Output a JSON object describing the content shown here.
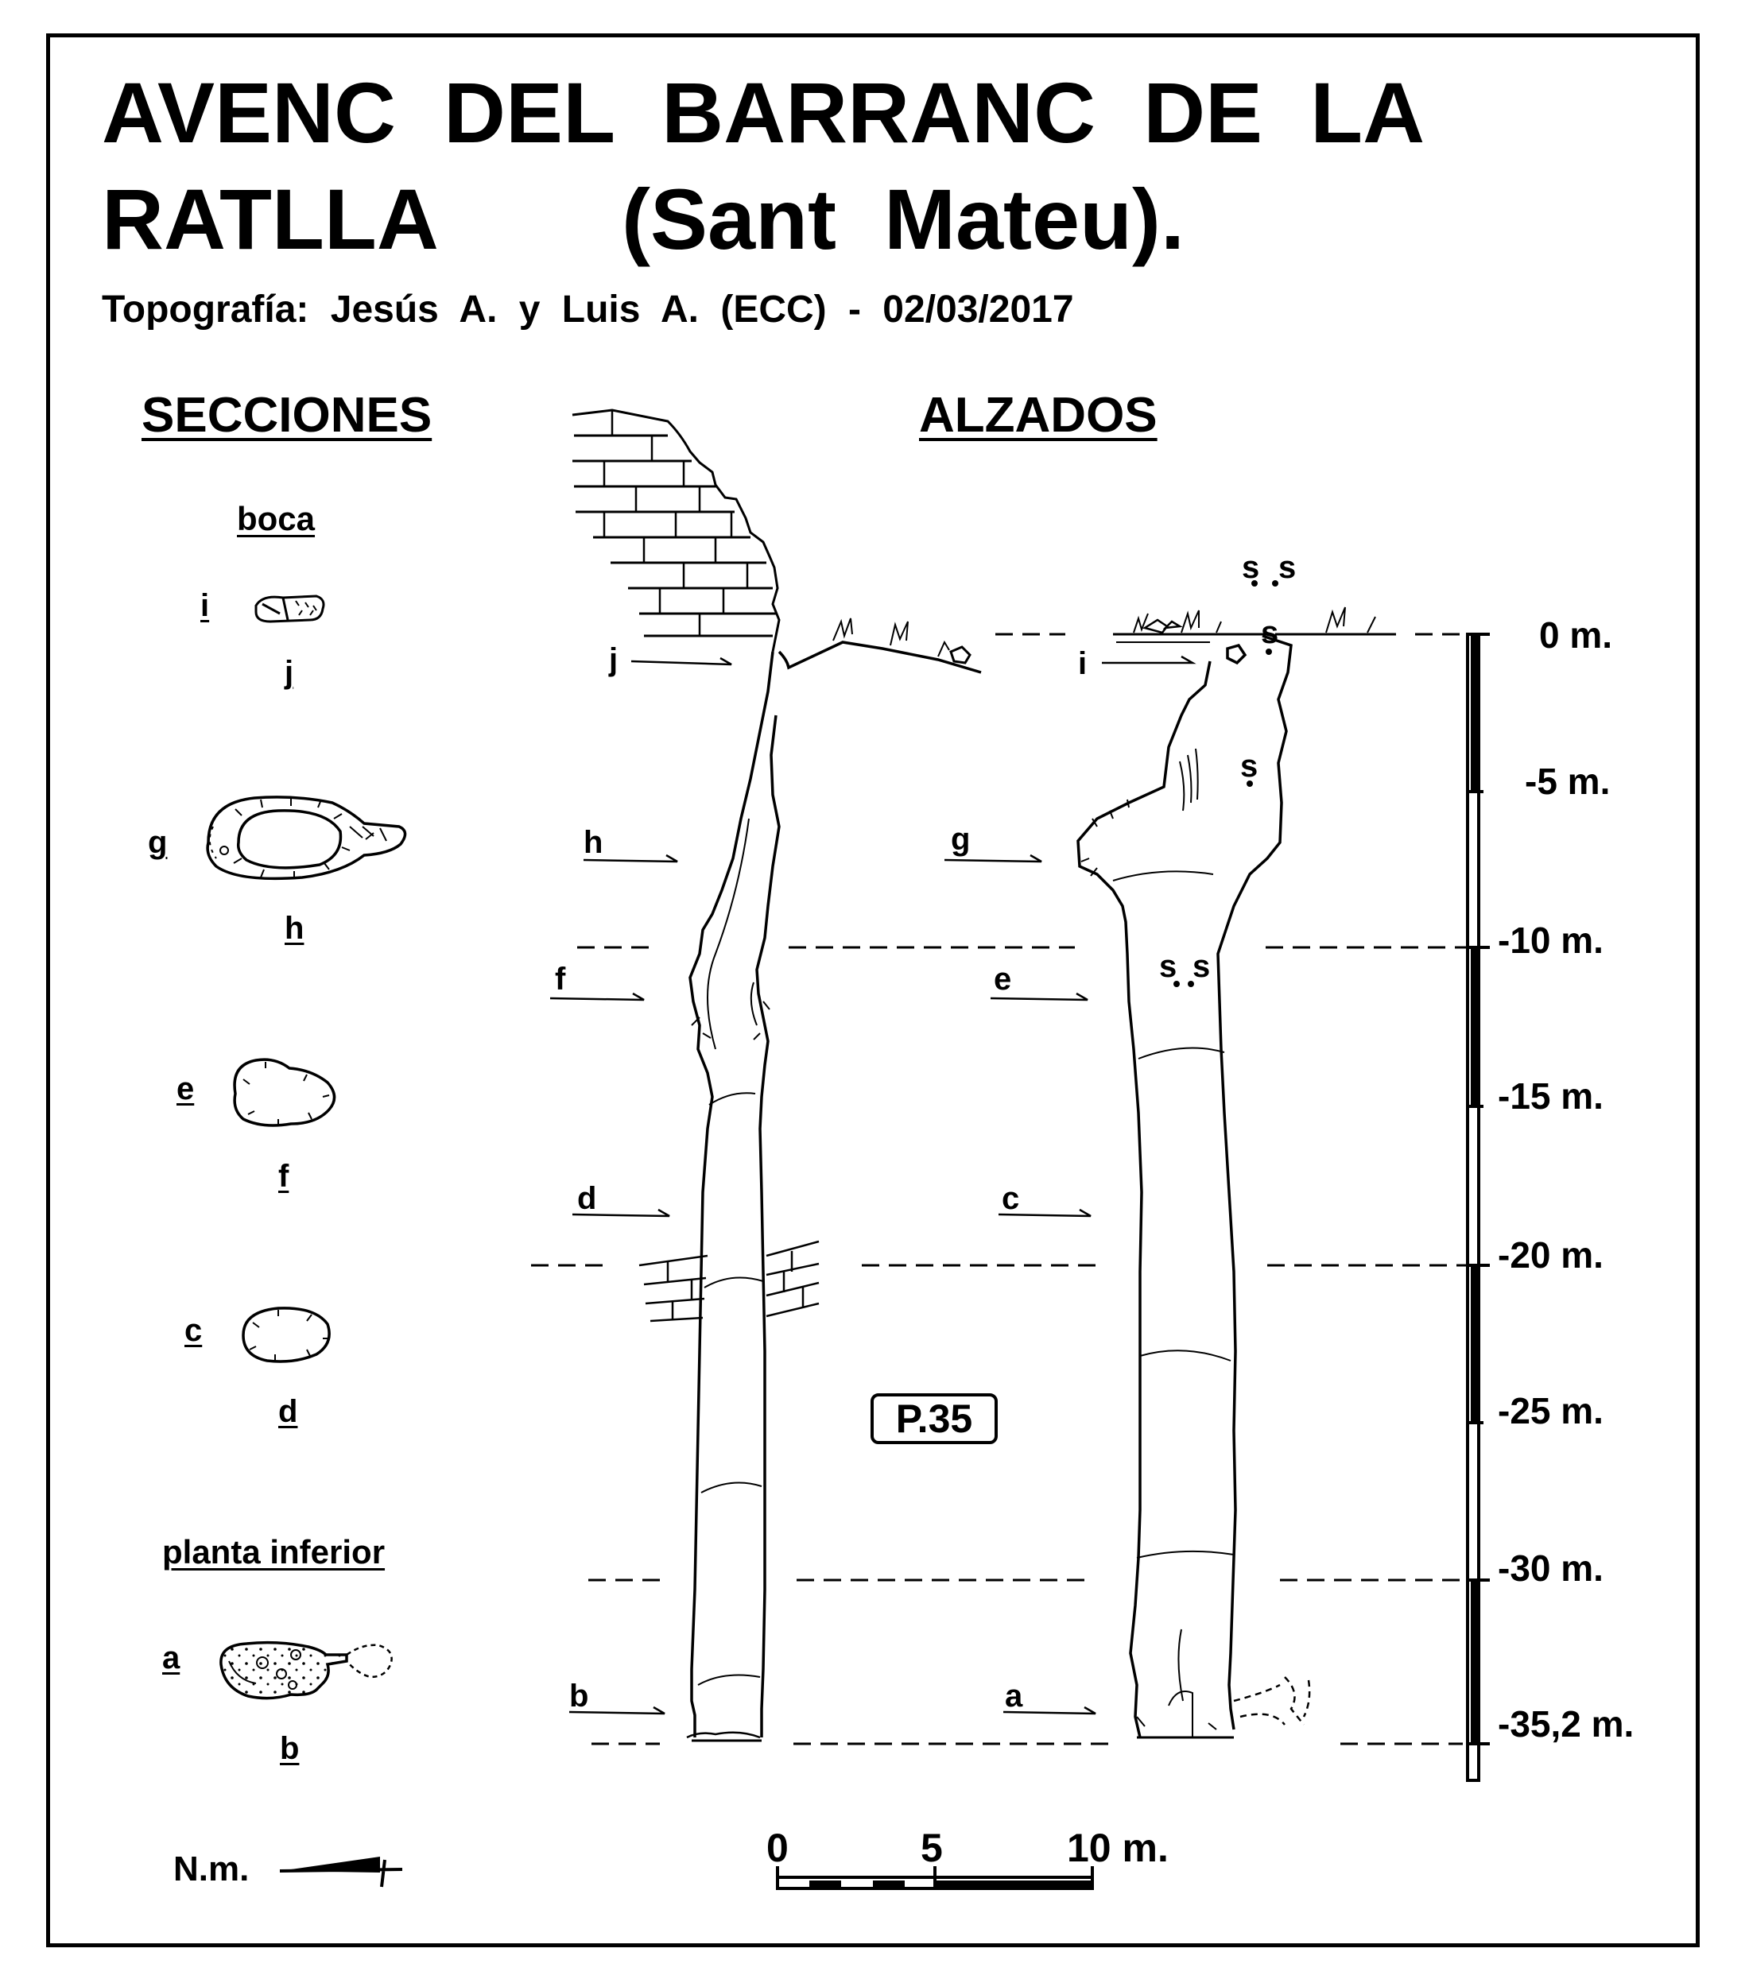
{
  "title": {
    "line1": "AVENC DEL BARRANC DE LA",
    "line2a": "RATLLA",
    "line2b": "(Sant Mateu)."
  },
  "credits": "Topografía: Jesús A. y Luis A. (ECC) - 02/03/2017",
  "headings": {
    "sections": "SECCIONES",
    "elevations": "ALZADOS"
  },
  "section_groups": {
    "mouth": "boca",
    "lower_plan": "planta inferior"
  },
  "section_labels": [
    "i",
    "j",
    "g",
    "h",
    "e",
    "f",
    "c",
    "d",
    "a",
    "b"
  ],
  "elevation_labels": [
    "j",
    "h",
    "f",
    "d",
    "b",
    "i",
    "g",
    "e",
    "c",
    "a"
  ],
  "symbols": {
    "s": "s"
  },
  "depth_scale": [
    "0 m.",
    "-5 m.",
    "-10 m.",
    "-15 m.",
    "-20 m.",
    "-25 m.",
    "-30 m.",
    "-35,2 m."
  ],
  "pitch_label": "P.35",
  "scale_bar": [
    "0",
    "5",
    "10 m."
  ],
  "north": "N.m."
}
